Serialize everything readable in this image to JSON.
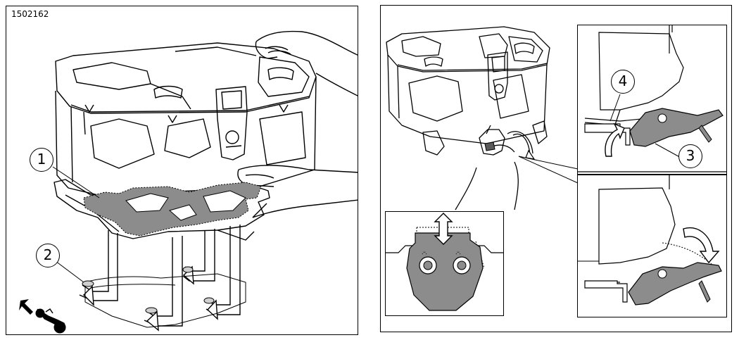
{
  "figure": {
    "reference_number": "1502162",
    "callouts": {
      "c1": "1",
      "c2": "2",
      "c3": "3",
      "c4": "4"
    },
    "colors": {
      "line": "#000000",
      "part_fill": "#8c8c8c",
      "part_dark": "#6f6f6f",
      "background": "#ffffff"
    },
    "icons": {
      "direction": "forward-direction-arrow-icon",
      "bike": "motorcycle-icon"
    }
  }
}
